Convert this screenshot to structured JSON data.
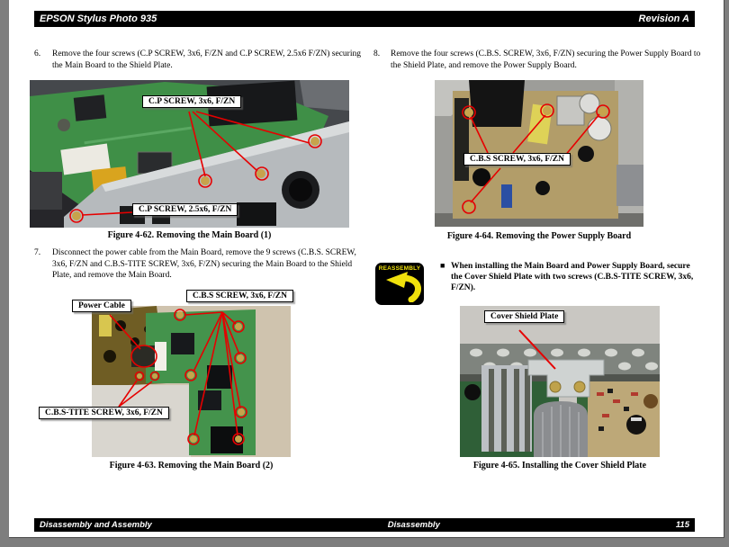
{
  "page": {
    "header": {
      "left": "EPSON Stylus Photo 935",
      "right": "Revision A"
    },
    "footer": {
      "left": "Disassembly and Assembly",
      "center": "Disassembly",
      "page_number": "115"
    }
  },
  "steps": [
    {
      "num": "6.",
      "text": "Remove the four screws (C.P SCREW, 3x6, F/ZN and C.P SCREW, 2.5x6 F/ZN) securing the Main Board to the Shield Plate."
    },
    {
      "num": "7.",
      "text": "Disconnect the power cable from the Main Board, remove the 9 screws (C.B.S. SCREW, 3x6, F/ZN and C.B.S-TITE SCREW, 3x6, F/ZN) securing the Main Board to the Shield Plate, and remove the Main Board."
    },
    {
      "num": "8.",
      "text": "Remove the four screws (C.B.S. SCREW, 3x6, F/ZN) securing the Power Supply Board to the Shield Plate, and remove the Power Supply Board."
    }
  ],
  "figures": [
    {
      "id": "fig-4-62",
      "caption": "Figure 4-62. Removing the Main Board (1)",
      "callouts": [
        "C.P SCREW, 3x6, F/ZN",
        "C.P SCREW, 2.5x6, F/ZN"
      ]
    },
    {
      "id": "fig-4-63",
      "caption": "Figure 4-63. Removing the Main Board (2)",
      "callouts": [
        "Power Cable",
        "C.B.S SCREW, 3x6, F/ZN",
        "C.B.S-TITE SCREW, 3x6, F/ZN"
      ]
    },
    {
      "id": "fig-4-64",
      "caption": "Figure 4-64. Removing the Power Supply Board",
      "callouts": [
        "C.B.S SCREW, 3x6, F/ZN"
      ]
    },
    {
      "id": "fig-4-65",
      "caption": "Figure 4-65. Installing the Cover Shield Plate",
      "callouts": [
        "Cover Shield Plate"
      ]
    }
  ],
  "reassembly_note": {
    "badge": "REASSEMBLY",
    "bullet": "■",
    "text": "When installing the Main Board and Power Supply Board, secure the Cover Shield Plate with two screws (C.B.S-TITE SCREW, 3x6, F/ZN)."
  },
  "colors": {
    "annotation_red": "#e60000",
    "bar_bg": "#000000",
    "bar_fg": "#ffffff",
    "badge_bg": "#000000",
    "badge_fg": "#f0e10c"
  }
}
